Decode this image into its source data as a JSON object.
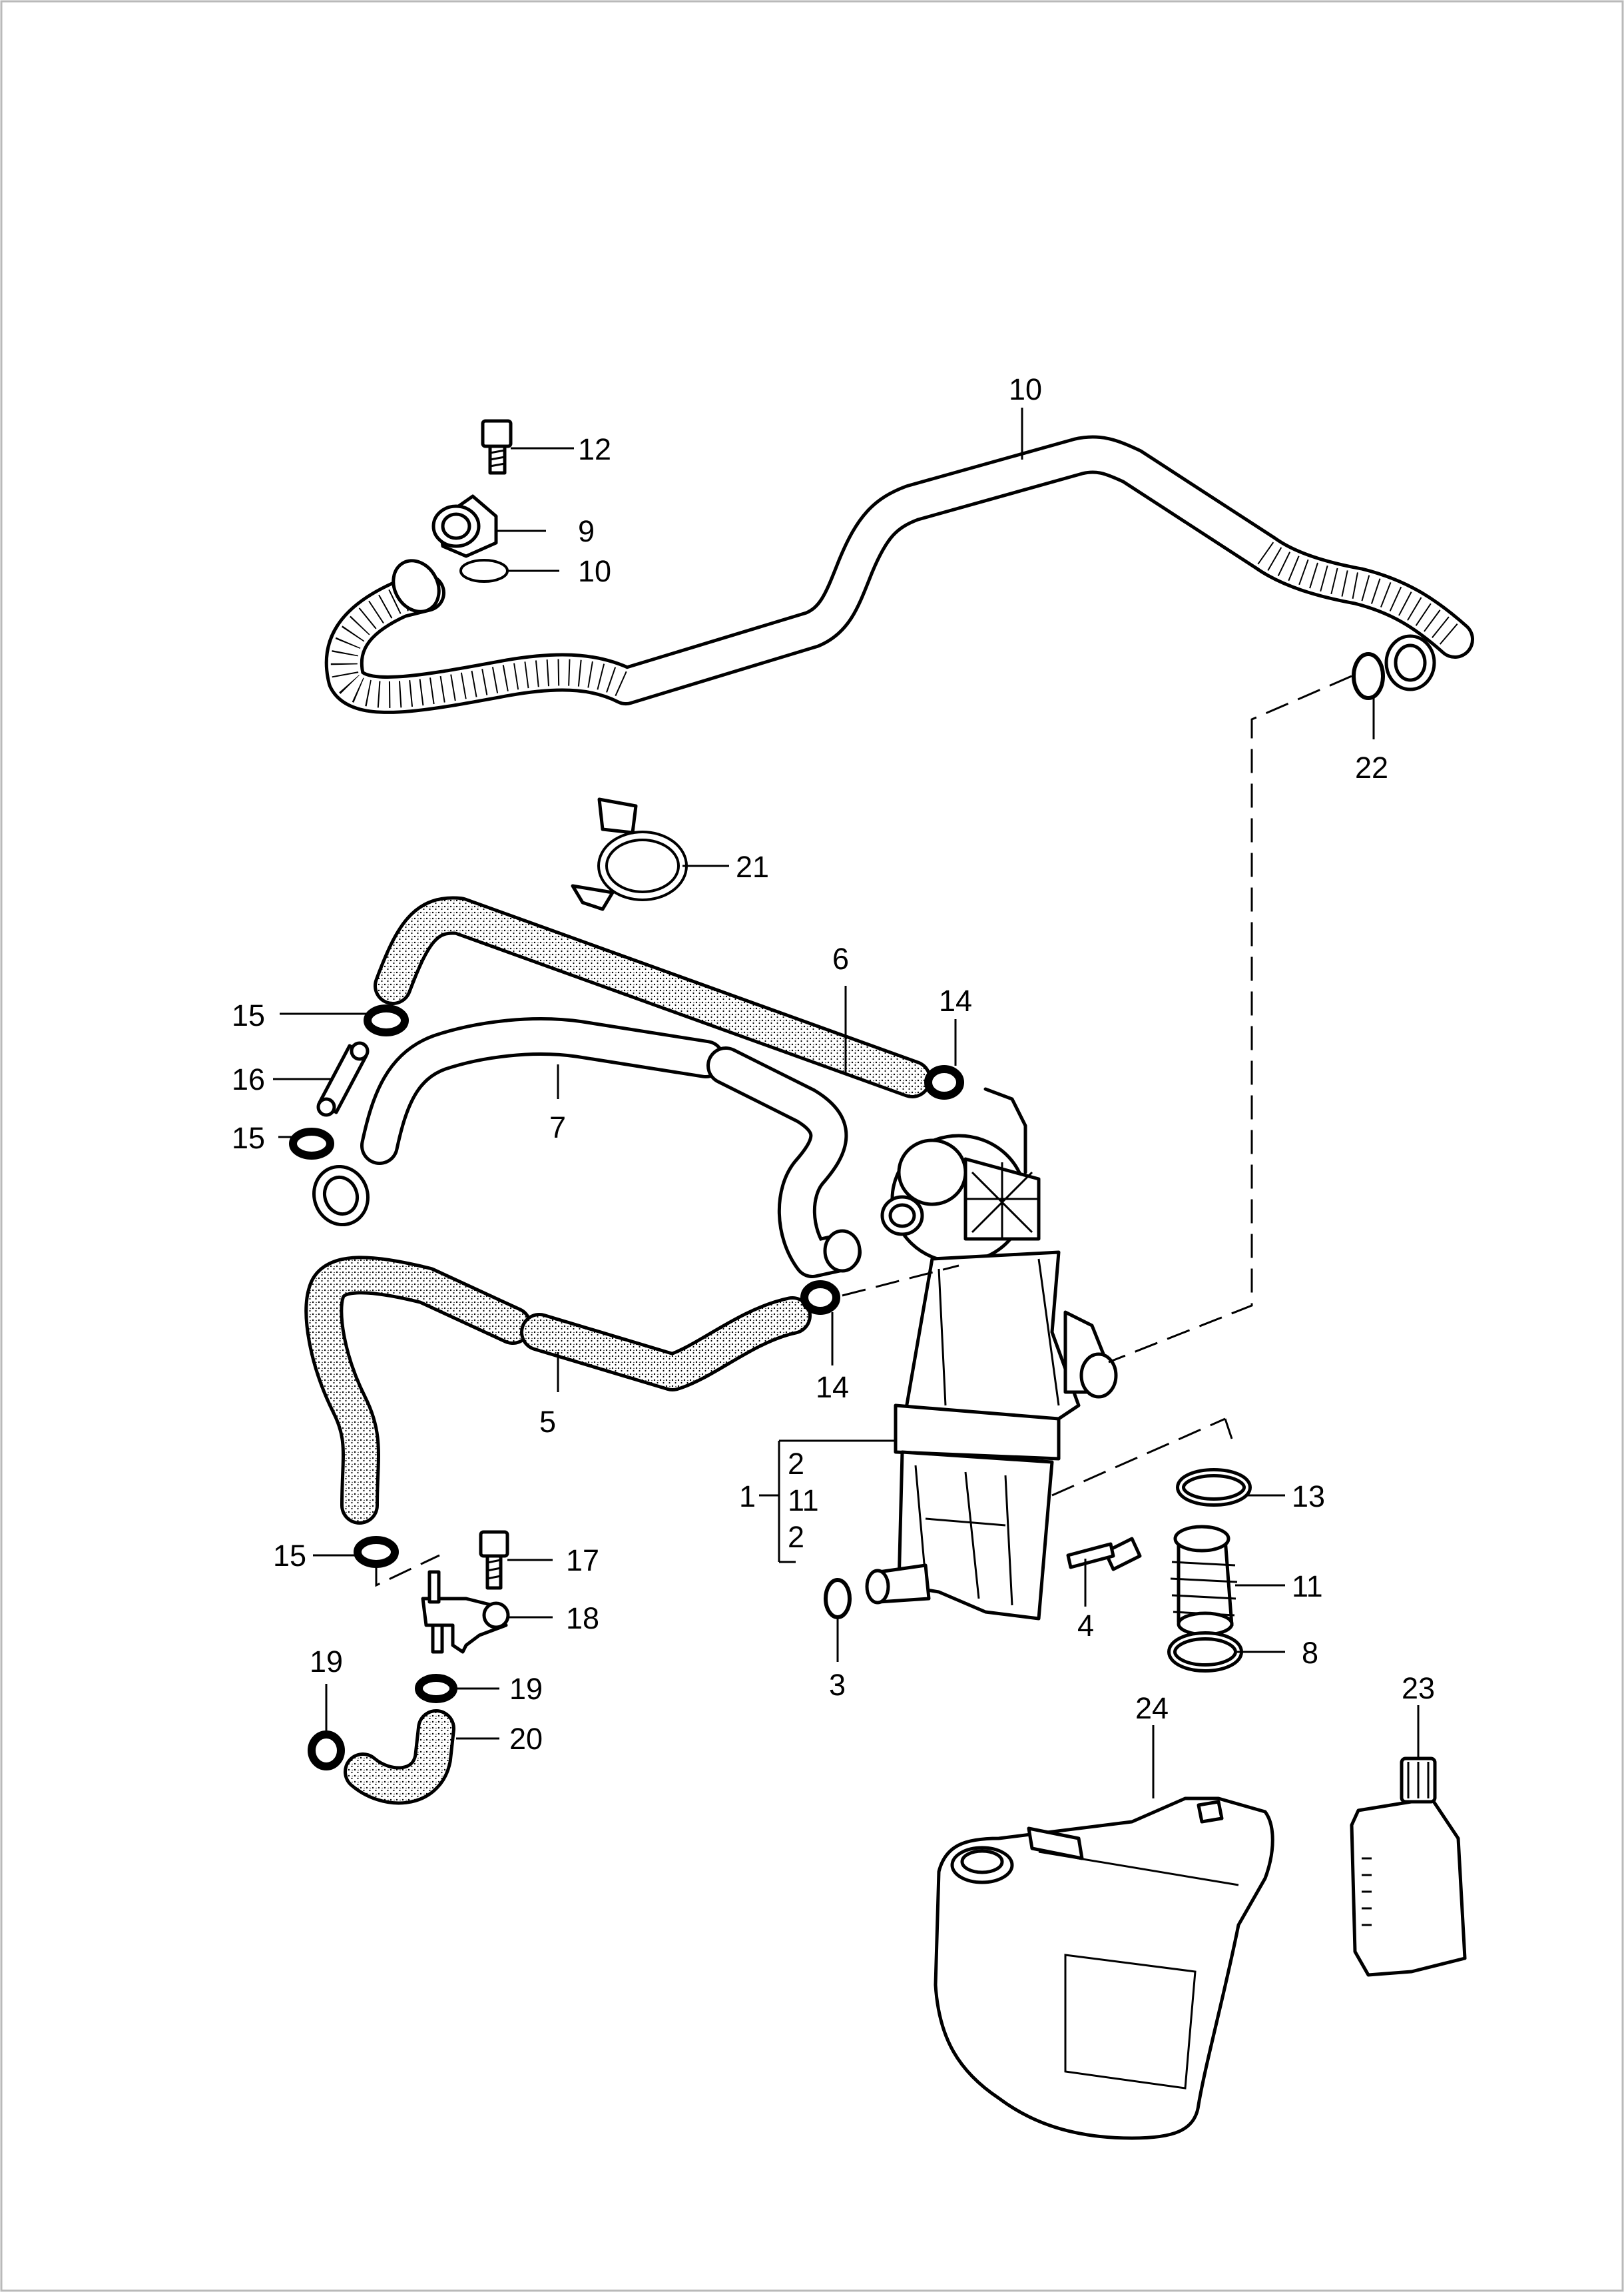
{
  "figure": {
    "callouts": [
      {
        "id": "c1",
        "text": "1"
      },
      {
        "id": "c1a",
        "text": "2"
      },
      {
        "id": "c1b",
        "text": "10"
      },
      {
        "id": "c1c",
        "text": "11"
      },
      {
        "id": "c2",
        "text": "2"
      },
      {
        "id": "c3",
        "text": "3"
      },
      {
        "id": "c4",
        "text": "4"
      },
      {
        "id": "c5",
        "text": "5"
      },
      {
        "id": "c6",
        "text": "6"
      },
      {
        "id": "c7",
        "text": "7"
      },
      {
        "id": "c8",
        "text": "8"
      },
      {
        "id": "c9",
        "text": "9"
      },
      {
        "id": "c10",
        "text": "10"
      },
      {
        "id": "c11",
        "text": "11"
      },
      {
        "id": "c12",
        "text": "12"
      },
      {
        "id": "c13",
        "text": "13"
      },
      {
        "id": "c14a",
        "text": "14"
      },
      {
        "id": "c14b",
        "text": "14"
      },
      {
        "id": "c15a",
        "text": "15"
      },
      {
        "id": "c15b",
        "text": "15"
      },
      {
        "id": "c15c",
        "text": "15"
      },
      {
        "id": "c16",
        "text": "16"
      },
      {
        "id": "c17",
        "text": "17"
      },
      {
        "id": "c18",
        "text": "18"
      },
      {
        "id": "c19a",
        "text": "19"
      },
      {
        "id": "c19b",
        "text": "19"
      },
      {
        "id": "c20",
        "text": "20"
      },
      {
        "id": "c21",
        "text": "21"
      },
      {
        "id": "c22",
        "text": "22"
      },
      {
        "id": "c23",
        "text": "23"
      },
      {
        "id": "c24",
        "text": "24"
      }
    ]
  }
}
